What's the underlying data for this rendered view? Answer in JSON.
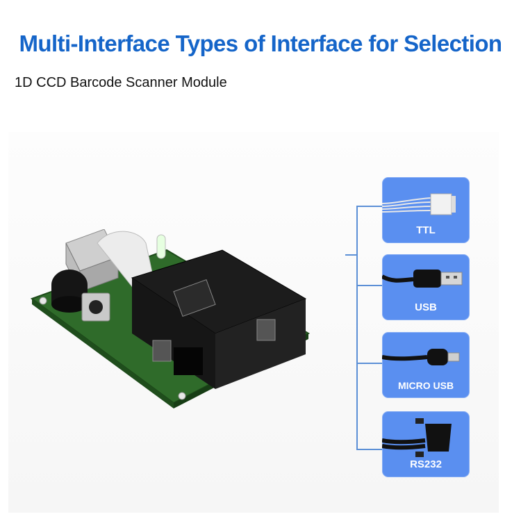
{
  "title": "Multi-Interface Types of Interface for Selection",
  "subtitle": "1D CCD Barcode Scanner Module",
  "interfaces": [
    {
      "label": "TTL",
      "icon": "ttl-connector-icon"
    },
    {
      "label": "USB",
      "icon": "usb-cable-icon"
    },
    {
      "label": "MICRO USB",
      "icon": "micro-usb-cable-icon"
    },
    {
      "label": "RS232",
      "icon": "rs232-cable-icon"
    }
  ],
  "colors": {
    "title": "#1565c9",
    "card": "#5a8ff0",
    "bracket": "#5b8fd6",
    "pcb": "#2f6b2a"
  }
}
